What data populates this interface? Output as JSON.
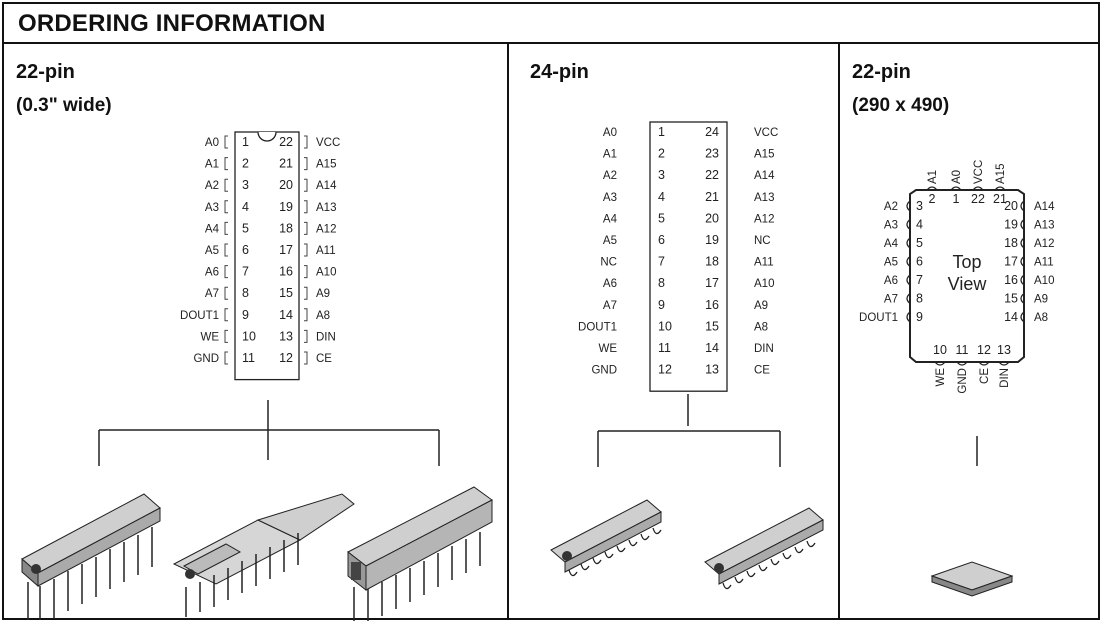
{
  "header": {
    "title": "ORDERING INFORMATION"
  },
  "sections": [
    {
      "title": "22-pin",
      "subtitle": "(0.3\" wide)",
      "pins_left": [
        "A0",
        "A1",
        "A2",
        "A3",
        "A4",
        "A5",
        "A6",
        "A7",
        "DOUT1",
        "WE",
        "GND"
      ],
      "pins_right": [
        "VCC",
        "A15",
        "A14",
        "A13",
        "A12",
        "A11",
        "A10",
        "A9",
        "A8",
        "DIN",
        "CE"
      ],
      "nums_left": [
        "1",
        "2",
        "3",
        "4",
        "5",
        "6",
        "7",
        "8",
        "9",
        "10",
        "11"
      ],
      "nums_right": [
        "22",
        "21",
        "20",
        "19",
        "18",
        "17",
        "16",
        "15",
        "14",
        "13",
        "12"
      ]
    },
    {
      "title": "24-pin",
      "pins_left": [
        "A0",
        "A1",
        "A2",
        "A3",
        "A4",
        "A5",
        "NC",
        "A6",
        "A7",
        "DOUT1",
        "WE",
        "GND"
      ],
      "pins_right": [
        "VCC",
        "A15",
        "A14",
        "A13",
        "A12",
        "NC",
        "A11",
        "A10",
        "A9",
        "A8",
        "DIN",
        "CE"
      ],
      "nums_left": [
        "1",
        "2",
        "3",
        "4",
        "5",
        "6",
        "7",
        "8",
        "9",
        "10",
        "11",
        "12"
      ],
      "nums_right": [
        "24",
        "23",
        "22",
        "21",
        "20",
        "19",
        "18",
        "17",
        "16",
        "15",
        "14",
        "13"
      ]
    },
    {
      "title": "22-pin",
      "subtitle": "(290 x 490)",
      "center_label_1": "Top",
      "center_label_2": "View",
      "top_pins": [
        "A1",
        "A0",
        "VCC",
        "A15"
      ],
      "top_nums": [
        "2",
        "1",
        "22",
        "21"
      ],
      "left_pins": [
        "A2",
        "A3",
        "A4",
        "A5",
        "A6",
        "A7",
        "DOUT1"
      ],
      "left_nums": [
        "3",
        "4",
        "5",
        "6",
        "7",
        "8",
        "9"
      ],
      "right_pins": [
        "A14",
        "A13",
        "A12",
        "A11",
        "A10",
        "A9",
        "A8"
      ],
      "right_nums": [
        "20",
        "19",
        "18",
        "17",
        "16",
        "15",
        "14"
      ],
      "bottom_nums": [
        "10",
        "11",
        "12",
        "13"
      ],
      "bottom_pins": [
        "WE",
        "GND",
        "CE",
        "DIN"
      ]
    }
  ]
}
